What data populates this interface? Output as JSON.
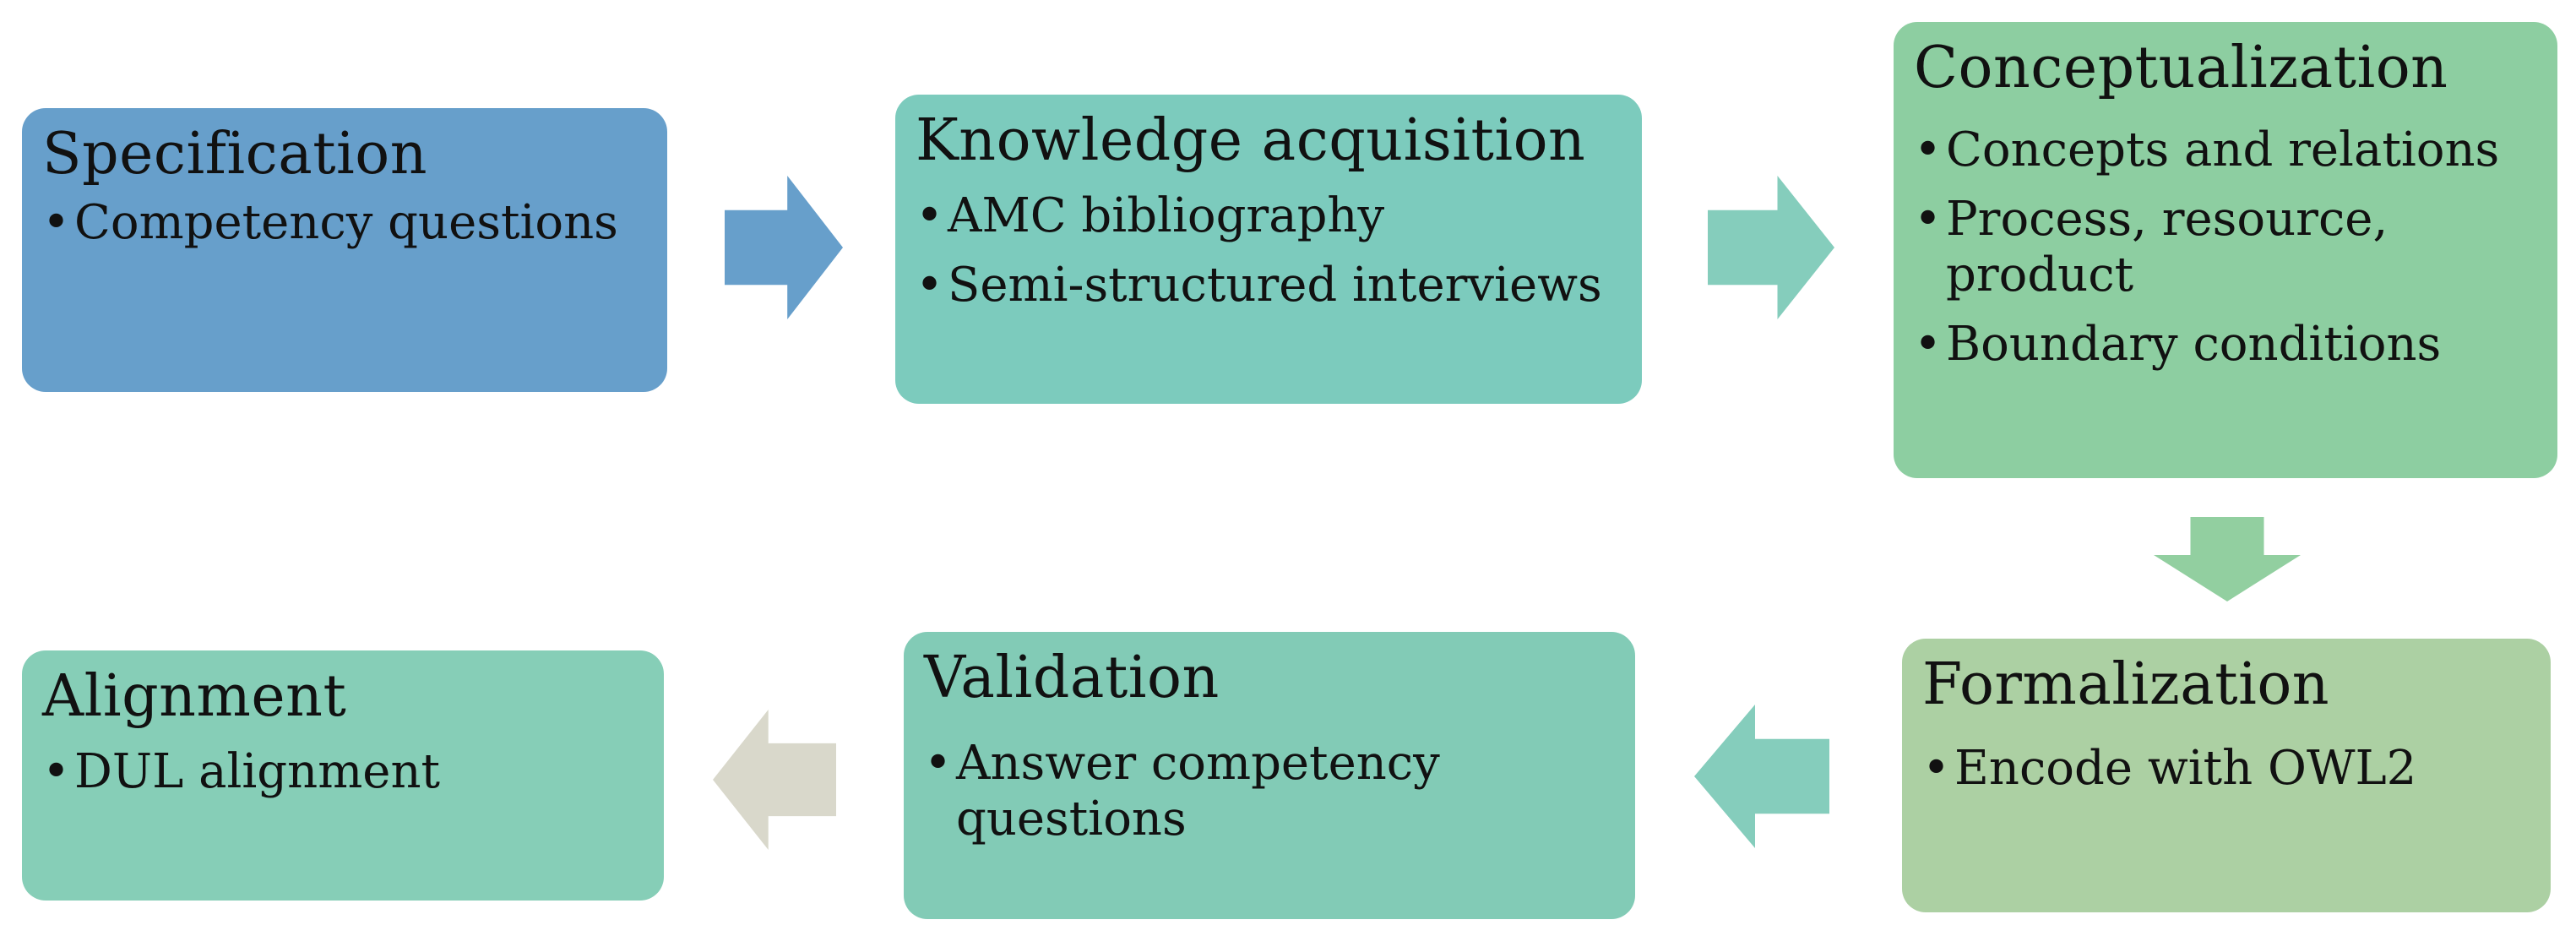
{
  "colors": {
    "specification": "#679fcb",
    "knowledge": "#7ccbbd",
    "conceptualization": "#8dcea1",
    "formalization": "#acd0a3",
    "validation": "#82cbb6",
    "alignment": "#86ceb7",
    "arrow_blue": "#679fcb",
    "arrow_teal": "#85cdbc",
    "arrow_green": "#92cfa0",
    "arrow_gray": "#d9d8cb"
  },
  "steps": {
    "specification": {
      "title": "Specification",
      "bullets": [
        "Competency questions"
      ]
    },
    "knowledge": {
      "title": "Knowledge acquisition",
      "bullets": [
        "AMC bibliography",
        "Semi-structured interviews"
      ]
    },
    "conceptualization": {
      "title": "Conceptualization",
      "bullets": [
        "Concepts and relations",
        "Process, resource, product",
        "Boundary conditions"
      ]
    },
    "formalization": {
      "title": "Formalization",
      "bullets": [
        "Encode with OWL2"
      ]
    },
    "validation": {
      "title": "Validation",
      "bullets": [
        "Answer competency questions"
      ]
    },
    "alignment": {
      "title": "Alignment",
      "bullets": [
        "DUL alignment"
      ]
    }
  },
  "arrows": [
    {
      "id": "arrow-1",
      "direction": "right",
      "color": "arrow_blue"
    },
    {
      "id": "arrow-2",
      "direction": "right",
      "color": "arrow_teal"
    },
    {
      "id": "arrow-3",
      "direction": "down",
      "color": "arrow_green"
    },
    {
      "id": "arrow-4",
      "direction": "left",
      "color": "arrow_teal"
    },
    {
      "id": "arrow-5",
      "direction": "left",
      "color": "arrow_gray"
    }
  ]
}
